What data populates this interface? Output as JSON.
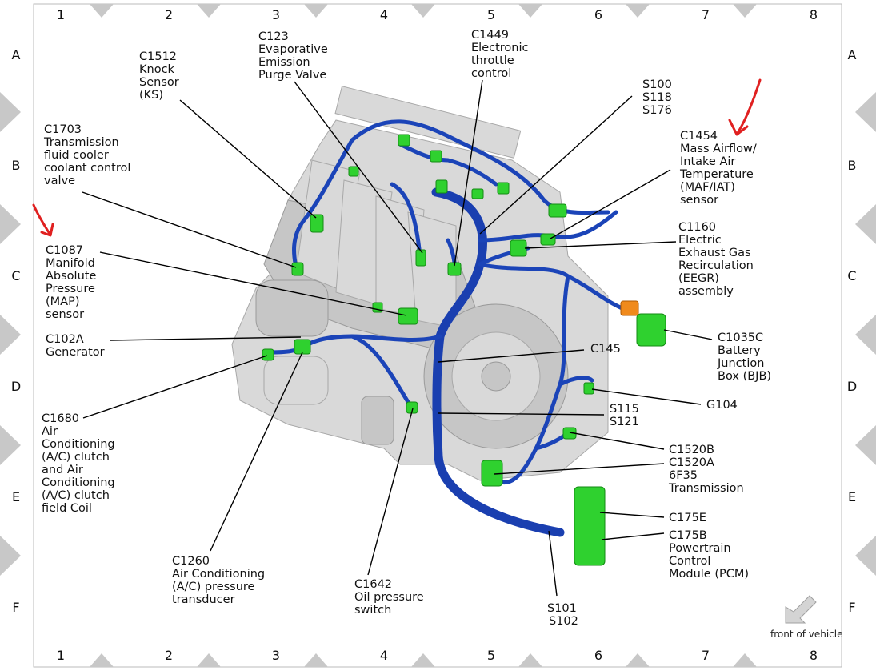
{
  "grid": {
    "columns": [
      "1",
      "2",
      "3",
      "4",
      "5",
      "6",
      "7",
      "8"
    ],
    "rows": [
      "A",
      "B",
      "C",
      "D",
      "E",
      "F"
    ]
  },
  "labels": {
    "c1512": [
      "C1512",
      "Knock",
      "Sensor",
      "(KS)"
    ],
    "c123": [
      "C123",
      "Evaporative",
      "Emission",
      "Purge Valve"
    ],
    "c1449": [
      "C1449",
      "Electronic",
      "throttle",
      "control"
    ],
    "s100": [
      "S100",
      "S118",
      "S176"
    ],
    "c1454": [
      "C1454",
      "Mass Airflow/",
      "Intake Air",
      "Temperature",
      "(MAF/IAT)",
      "sensor"
    ],
    "c1703": [
      "C1703",
      "Transmission",
      "fluid cooler",
      "coolant control",
      "valve"
    ],
    "c1087": [
      "C1087",
      "Manifold",
      "Absolute",
      "Pressure",
      "(MAP)",
      "sensor"
    ],
    "c1160": [
      "C1160",
      "Electric",
      "Exhaust Gas",
      "Recirculation",
      "(EEGR)",
      "assembly"
    ],
    "c102a": [
      "C102A",
      "Generator"
    ],
    "c1035c": [
      "C1035C",
      "Battery",
      "Junction",
      "Box (BJB)"
    ],
    "c145": [
      "C145"
    ],
    "g104": [
      "G104"
    ],
    "s115": [
      "S115",
      "S121"
    ],
    "c1680": [
      "C1680",
      "Air",
      "Conditioning",
      "(A/C) clutch",
      "and Air",
      "Conditioning",
      "(A/C) clutch",
      "field Coil"
    ],
    "c1520b": [
      "C1520B"
    ],
    "c1520a": [
      "C1520A",
      "6F35",
      "Transmission"
    ],
    "c175e": [
      "C175E"
    ],
    "c175b": [
      "C175B",
      "Powertrain",
      "Control",
      "Module (PCM)"
    ],
    "c1260": [
      "C1260",
      "Air Conditioning",
      "(A/C) pressure",
      "transducer"
    ],
    "c1642": [
      "C1642",
      "Oil pressure",
      "switch"
    ],
    "s101": [
      "S101",
      "S102"
    ]
  },
  "front_of_vehicle": "front of vehicle",
  "colors": {
    "harness": "#1b44b8",
    "connector": "#2fd12f",
    "annotation_arrow": "#e02020",
    "bjb_terminal": "#f08a1c"
  }
}
